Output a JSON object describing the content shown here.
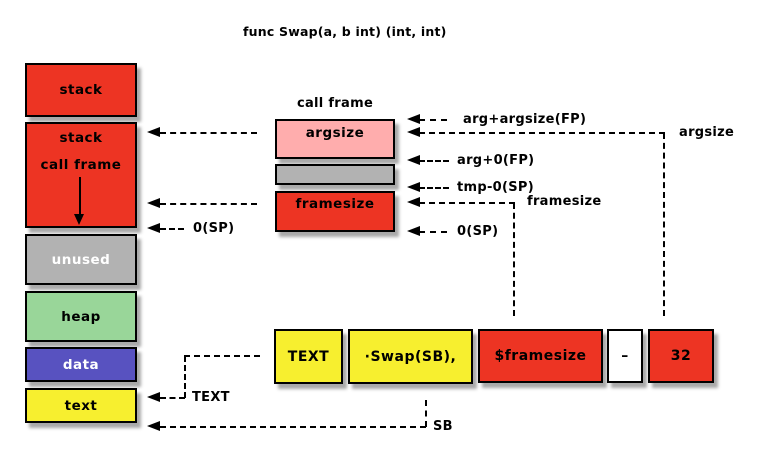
{
  "title": "func Swap(a, b int) (int, int)",
  "colors": {
    "red": "#ed3423",
    "pink": "#ffadad",
    "gray": "#b2b2b2",
    "green": "#99d699",
    "blue": "#5852c0",
    "yellow": "#f7ef2f",
    "white": "#ffffff"
  },
  "memory_column": {
    "stack_top": "stack",
    "stack_frame_line1": "stack",
    "stack_frame_line2": "call frame",
    "unused": "unused",
    "heap": "heap",
    "data": "data",
    "text": "text"
  },
  "call_frame": {
    "title": "call frame",
    "argsize": "argsize",
    "framesize": "framesize"
  },
  "pointer_labels": {
    "arg_plus_argsize_fp": "arg+argsize(FP)",
    "argsize": "argsize",
    "arg_plus_0_fp": "arg+0(FP)",
    "tmp_minus_0_sp": "tmp-0(SP)",
    "framesize": "framesize",
    "zero_sp_right": "0(SP)",
    "zero_sp_left": "0(SP)",
    "text_ptr": "TEXT",
    "sb_ptr": "SB"
  },
  "text_directive": {
    "text": "TEXT",
    "swap": "·Swap(SB),",
    "framesize": "$framesize",
    "minus": "–",
    "argsize_value": "32"
  }
}
